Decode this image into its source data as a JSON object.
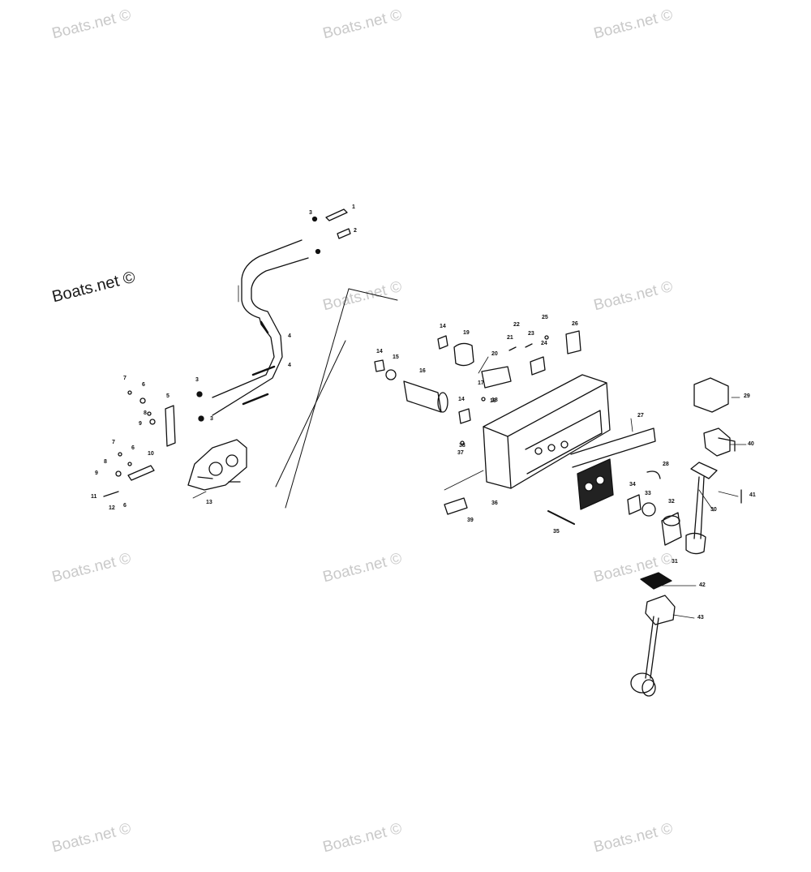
{
  "watermark": {
    "text": "Boats.net ©",
    "emphasis_text": "Boats.net ©"
  },
  "callouts": {
    "n1": "1",
    "n2": "2",
    "n3a": "3",
    "n3b": "3",
    "n3c": "3",
    "n4a": "4",
    "n4b": "4",
    "n5": "5",
    "n6a": "6",
    "n6b": "6",
    "n6c": "6",
    "n7a": "7",
    "n7b": "7",
    "n8a": "8",
    "n8b": "8",
    "n9a": "9",
    "n9b": "9",
    "n10": "10",
    "n11": "11",
    "n12": "12",
    "n13": "13",
    "n14a": "14",
    "n14b": "14",
    "n14c": "14",
    "n15": "15",
    "n16": "16",
    "n17": "17",
    "n18a": "18",
    "n18b": "18",
    "n19": "19",
    "n20": "20",
    "n21": "21",
    "n22": "22",
    "n23": "23",
    "n24": "24",
    "n25": "25",
    "n26": "26",
    "n27": "27",
    "n28": "28",
    "n29": "29",
    "n30": "30",
    "n31": "31",
    "n32": "32",
    "n33": "33",
    "n34": "34",
    "n35": "35",
    "n36": "36",
    "n37": "37",
    "n38": "38",
    "n39": "39",
    "n40": "40",
    "n41": "41",
    "n42": "42",
    "n43": "43"
  },
  "colors": {
    "line": "#111111",
    "watermark": "#c9c9c9",
    "background": "#ffffff"
  }
}
